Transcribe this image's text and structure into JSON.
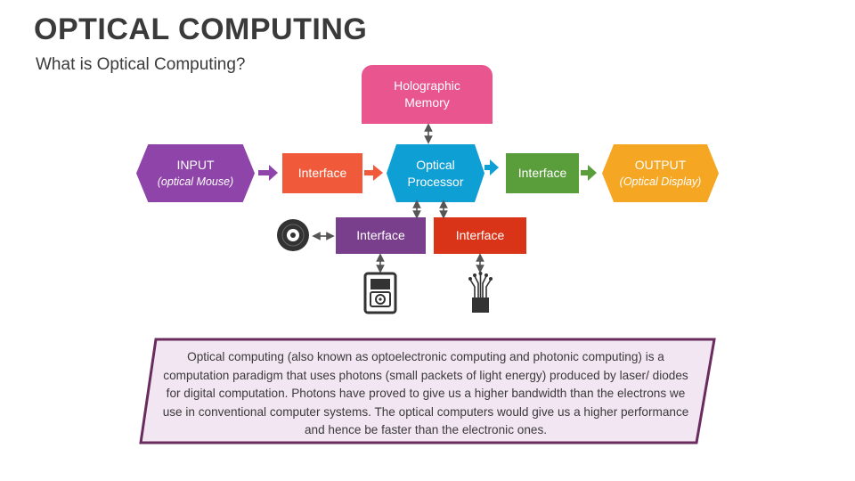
{
  "header": {
    "title": "OPTICAL COMPUTING",
    "subtitle": "What is Optical Computing?"
  },
  "diagram": {
    "memory": {
      "line1": "Holographic",
      "line2": "Memory",
      "color": "#e8558f"
    },
    "input": {
      "label": "INPUT",
      "sub": "(optical Mouse)",
      "color": "#8e44a8"
    },
    "interface_left": {
      "label": "Interface",
      "color": "#f05a3a"
    },
    "processor": {
      "line1": "Optical",
      "line2": "Processor",
      "color": "#0e9fd4"
    },
    "interface_right": {
      "label": "Interface",
      "color": "#5a9e3c"
    },
    "output": {
      "label": "OUTPUT",
      "sub": "(Optical Display)",
      "color": "#f5a623"
    },
    "interface_bottom_left": {
      "label": "Interface",
      "color": "#7a3f8c"
    },
    "interface_bottom_right": {
      "label": "Interface",
      "color": "#d93318"
    },
    "icons": [
      "optical-disc-icon",
      "optical-drive-icon",
      "fiber-optic-icon"
    ]
  },
  "description": {
    "text": "Optical computing (also known as optoelectronic computing and photonic computing) is a computation paradigm that uses photons (small packets of light energy) produced by laser/ diodes for digital computation. Photons have proved to give us a higher bandwidth than the electrons we use in conventional computer systems. The optical computers would give us a higher performance and hence be faster than the electronic ones.",
    "border_color": "#6a2c5e",
    "fill_color": "#f3e6f3"
  }
}
